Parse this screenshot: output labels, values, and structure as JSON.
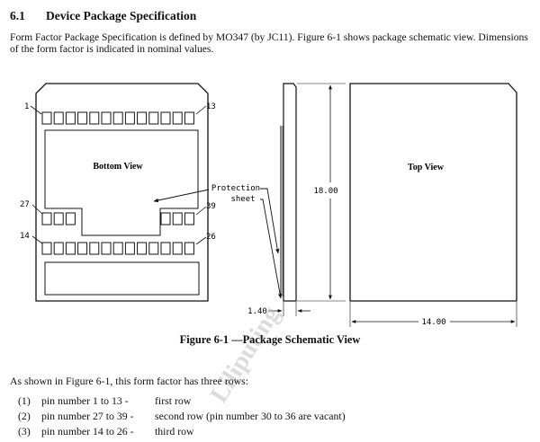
{
  "section": {
    "number": "6.1",
    "title": "Device Package Specification",
    "intro": "Form Factor Package Specification is defined by MO347 (by JC11). Figure 6-1 shows package schematic view. Dimensions of the form factor is indicated in nominal values."
  },
  "figure": {
    "bottom_view_label": "Bottom View",
    "top_view_label": "Top View",
    "protection_sheet_line1": "Protection",
    "protection_sheet_line2": "sheet",
    "pin_labels": {
      "p1": "1",
      "p13": "13",
      "p27": "27",
      "p39": "39",
      "p14": "14",
      "p26": "26"
    },
    "dim_height": "18.00",
    "dim_thickness": "1.40",
    "dim_width": "14.00",
    "watermark": "Liliputing",
    "caption": "Figure 6-1 —Package Schematic View"
  },
  "summary": "As shown in Figure 6-1, this form factor has three rows:",
  "rows": [
    {
      "idx": "(1)",
      "pins": "pin number 1 to 13 -",
      "desc": "first row"
    },
    {
      "idx": "(2)",
      "pins": "pin number 27 to 39 -",
      "desc": "second row (pin number 30 to 36 are vacant)"
    },
    {
      "idx": "(3)",
      "pins": "pin number 14 to 26 -",
      "desc": "third row"
    }
  ]
}
